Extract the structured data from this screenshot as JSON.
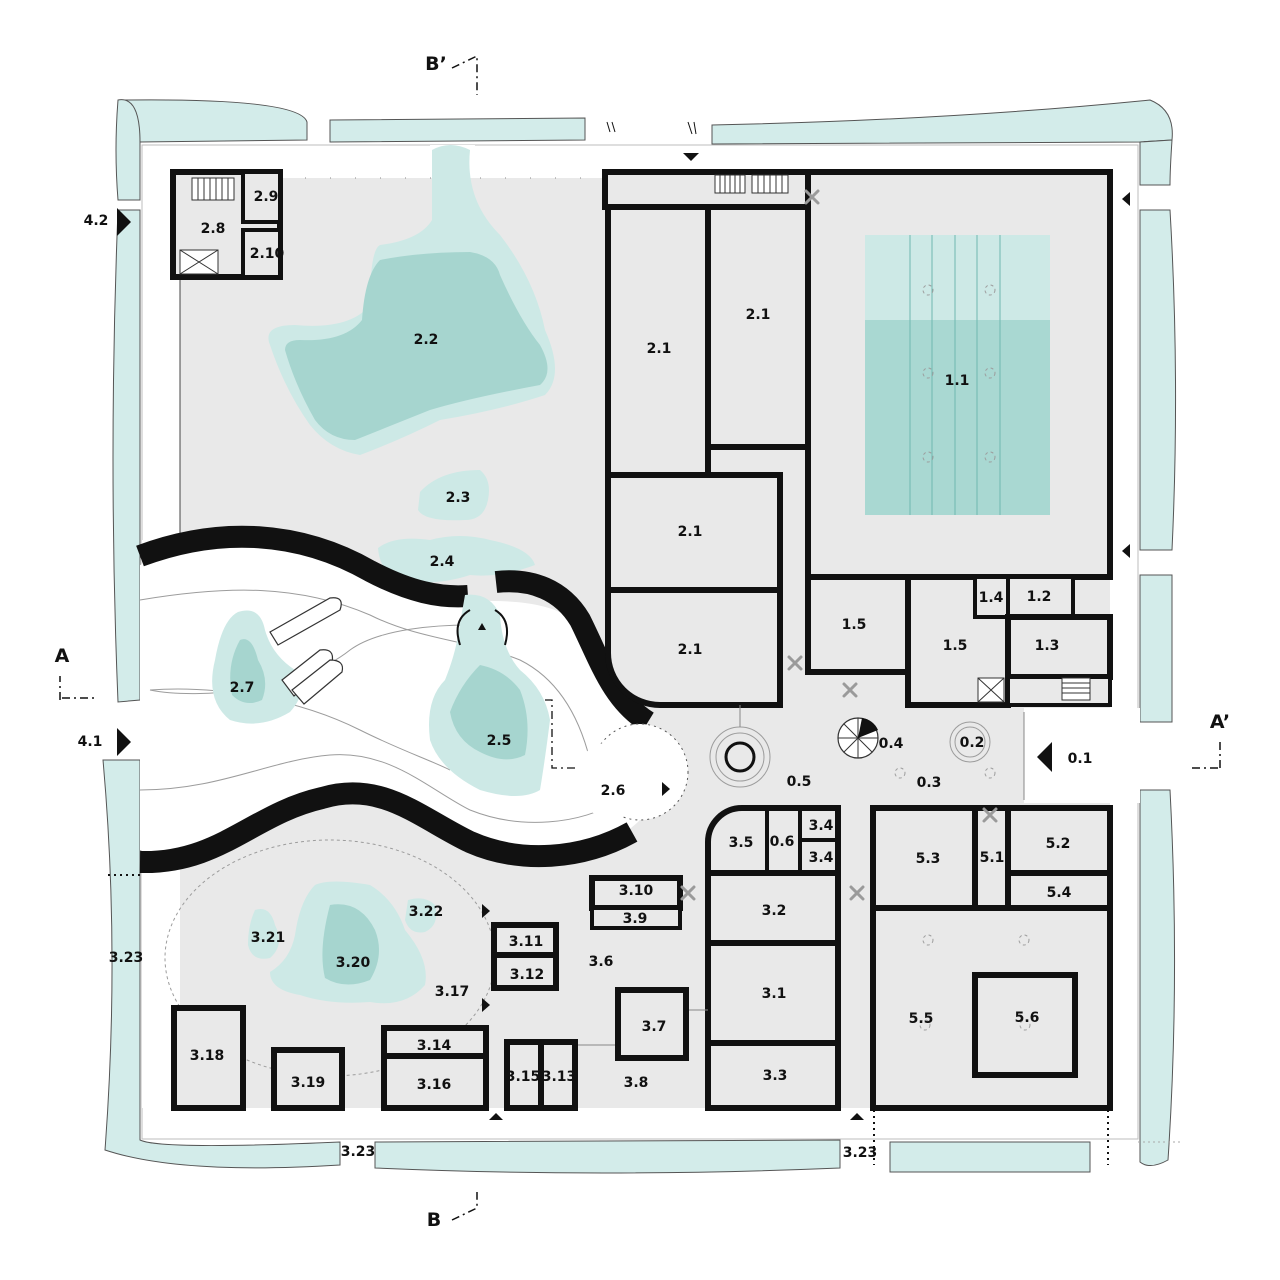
{
  "section_marks": {
    "b_top": "B’",
    "a_left": "A",
    "a_right": "A’",
    "b_bottom": "B"
  },
  "entrances": {
    "e4_2": "4.2",
    "e4_1": "4.1",
    "e0_1": "0.1"
  },
  "rooms": {
    "r0_2": "0.2",
    "r0_3": "0.3",
    "r0_4": "0.4",
    "r0_5": "0.5",
    "r0_6": "0.6",
    "r1_1": "1.1",
    "r1_2": "1.2",
    "r1_3": "1.3",
    "r1_4": "1.4",
    "r1_5a": "1.5",
    "r1_5b": "1.5",
    "r2_1a": "2.1",
    "r2_1b": "2.1",
    "r2_1c": "2.1",
    "r2_1d": "2.1",
    "r2_2": "2.2",
    "r2_3": "2.3",
    "r2_4": "2.4",
    "r2_5": "2.5",
    "r2_6": "2.6",
    "r2_7": "2.7",
    "r2_8": "2.8",
    "r2_9": "2.9",
    "r2_10": "2.10",
    "r3_1": "3.1",
    "r3_2": "3.2",
    "r3_3": "3.3",
    "r3_4a": "3.4",
    "r3_4b": "3.4",
    "r3_5": "3.5",
    "r3_6": "3.6",
    "r3_7": "3.7",
    "r3_8": "3.8",
    "r3_9": "3.9",
    "r3_10": "3.10",
    "r3_11": "3.11",
    "r3_12": "3.12",
    "r3_13": "3.13",
    "r3_14": "3.14",
    "r3_15": "3.15",
    "r3_16": "3.16",
    "r3_17": "3.17",
    "r3_18": "3.18",
    "r3_19": "3.19",
    "r3_20": "3.20",
    "r3_21": "3.21",
    "r3_22": "3.22",
    "r3_23a": "3.23",
    "r3_23b": "3.23",
    "r3_23c": "3.23",
    "r5_1": "5.1",
    "r5_2": "5.2",
    "r5_3": "5.3",
    "r5_4": "5.4",
    "r5_5": "5.5",
    "r5_6": "5.6"
  }
}
